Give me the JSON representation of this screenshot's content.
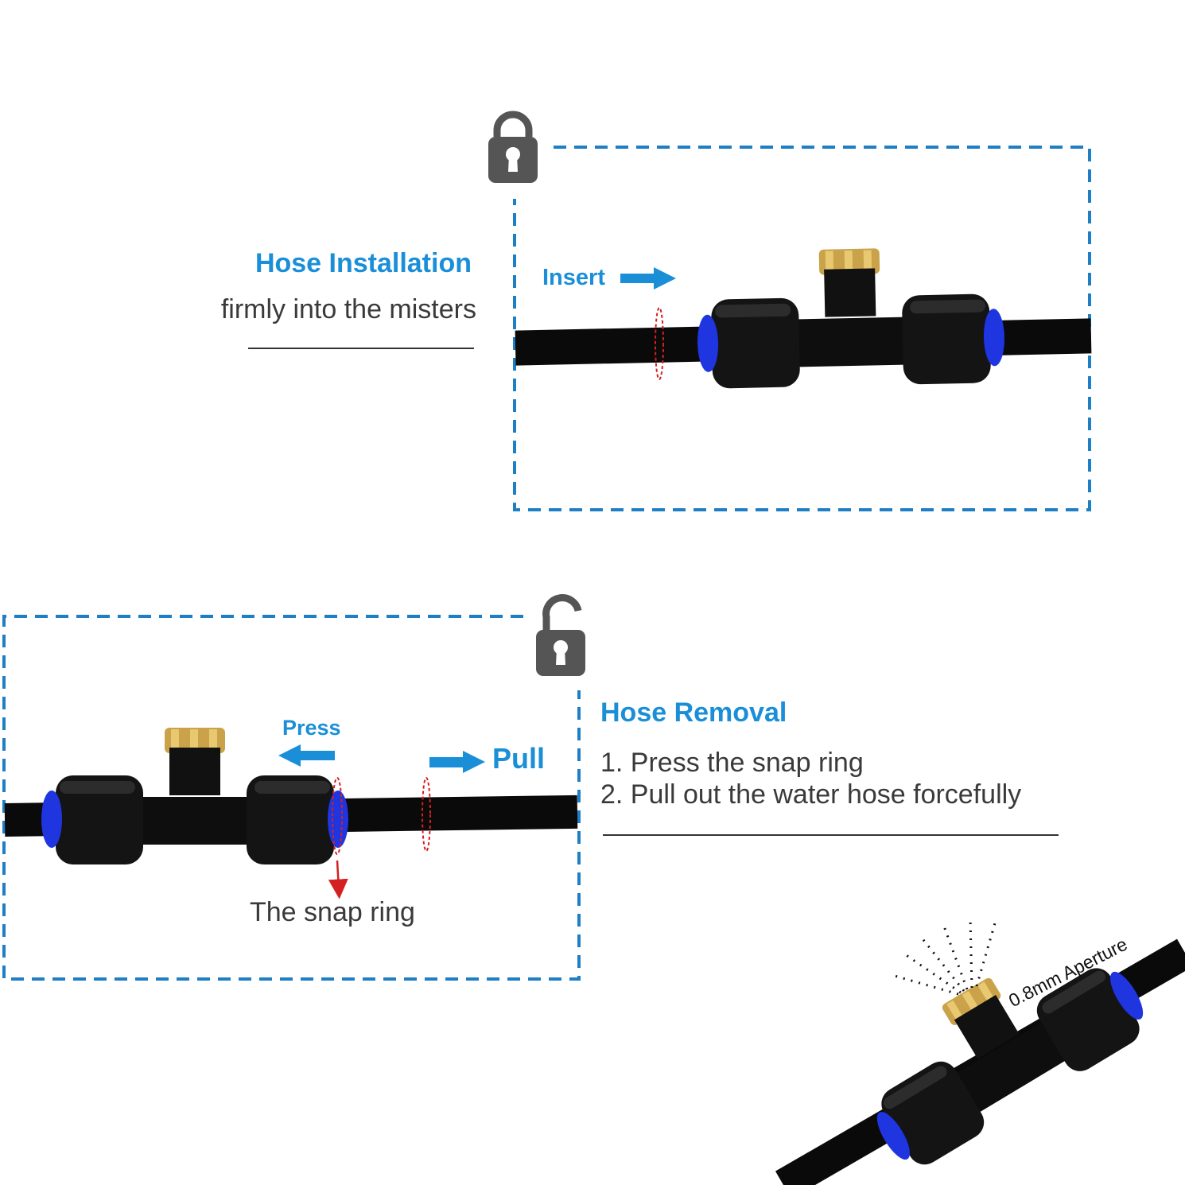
{
  "installation": {
    "title": "Hose Installation",
    "description": "firmly into the misters",
    "insert_label": "Insert"
  },
  "removal": {
    "title": "Hose Removal",
    "step1": "1. Press the snap ring",
    "step2": "2. Pull out the water hose forcefully",
    "press_label": "Press",
    "pull_label": "Pull",
    "snap_ring_label": "The snap ring"
  },
  "nozzle": {
    "aperture_label": "0.8mm Aperture"
  },
  "colors": {
    "accent_blue": "#1a8fd8",
    "dashed_border": "#1f7fc4",
    "lock_gray": "#555555",
    "hose_black": "#0a0a0a",
    "ring_blue": "#1f35e0",
    "brass": "#c9a24a",
    "snap_ring_red": "#d42020"
  },
  "icons": {
    "installation_lock": "locked-padlock-icon",
    "removal_lock": "unlocked-padlock-icon"
  }
}
